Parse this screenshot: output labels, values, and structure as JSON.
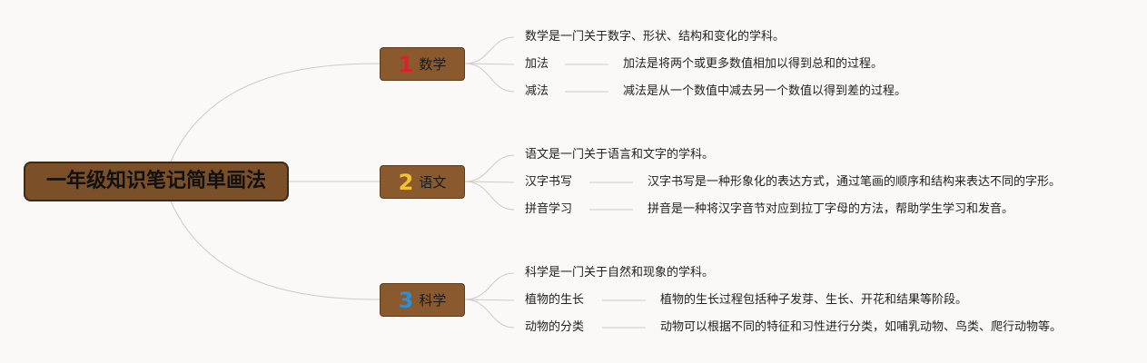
{
  "root": {
    "label": "一年级知识笔记简单画法"
  },
  "branches": [
    {
      "number": "1",
      "number_color": "#d8232a",
      "label": "数学",
      "description": "数学是一门关于数字、形状、结构和变化的学科。",
      "topics": [
        {
          "term": "加法",
          "definition": "加法是将两个或更多数值相加以得到总和的过程。"
        },
        {
          "term": "减法",
          "definition": "减法是从一个数值中减去另一个数值以得到差的过程。"
        }
      ]
    },
    {
      "number": "2",
      "number_color": "#f2c232",
      "label": "语文",
      "description": "语文是一门关于语言和文字的学科。",
      "topics": [
        {
          "term": "汉字书写",
          "definition": "汉字书写是一种形象化的表达方式，通过笔画的顺序和结构来表达不同的字形。"
        },
        {
          "term": "拼音学习",
          "definition": "拼音是一种将汉字音节对应到拉丁字母的方法，帮助学生学习和发音。"
        }
      ]
    },
    {
      "number": "3",
      "number_color": "#2f8fd6",
      "label": "科学",
      "description": "科学是一门关于自然和现象的学科。",
      "topics": [
        {
          "term": "植物的生长",
          "definition": "植物的生长过程包括种子发芽、生长、开花和结果等阶段。"
        },
        {
          "term": "动物的分类",
          "definition": "动物可以根据不同的特征和习性进行分类，如哺乳动物、鸟类、爬行动物等。"
        }
      ]
    }
  ]
}
